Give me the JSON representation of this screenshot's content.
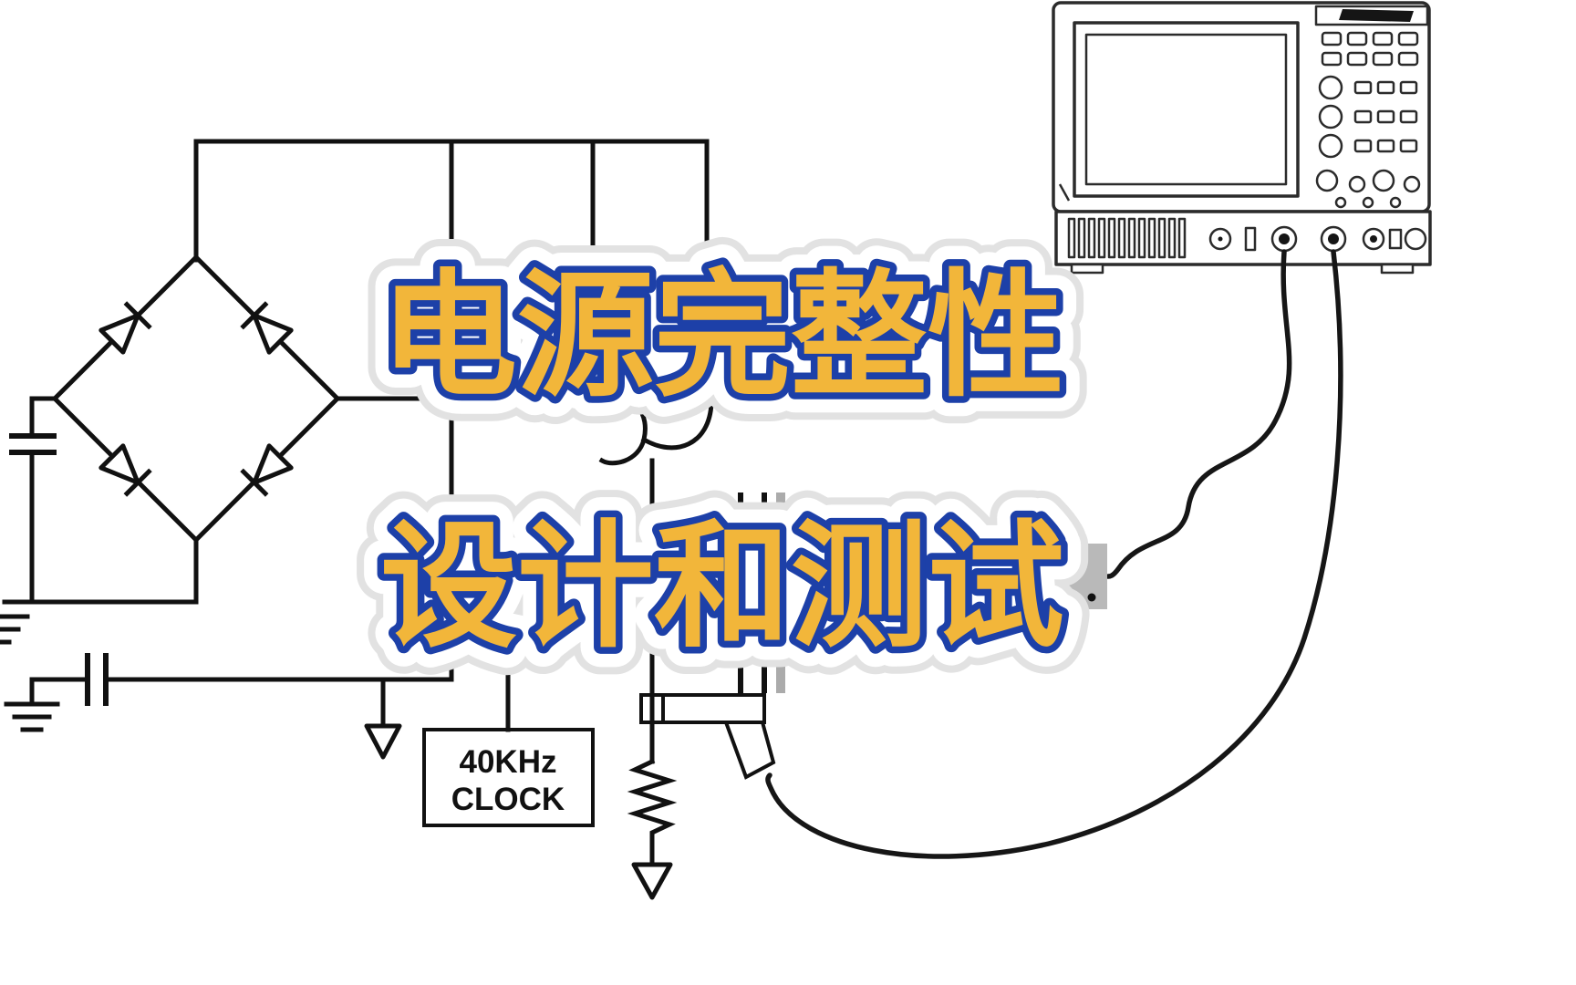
{
  "title": {
    "line1": "电源完整性",
    "line2": "设计和测试",
    "fill_color": "#F2B63A",
    "outline_color": "#1D40A8",
    "halo_color": "#FFFFFF"
  },
  "schematic": {
    "clock_label_line1": "40KHz",
    "clock_label_line2": "CLOCK"
  },
  "colors": {
    "background": "#FFFFFF",
    "schematic_line": "#111111",
    "oscilloscope_line": "#2B2B2B",
    "probe_pad_fill": "#B9B9B9",
    "capacitor_gray_tick": "#ABABAB"
  }
}
